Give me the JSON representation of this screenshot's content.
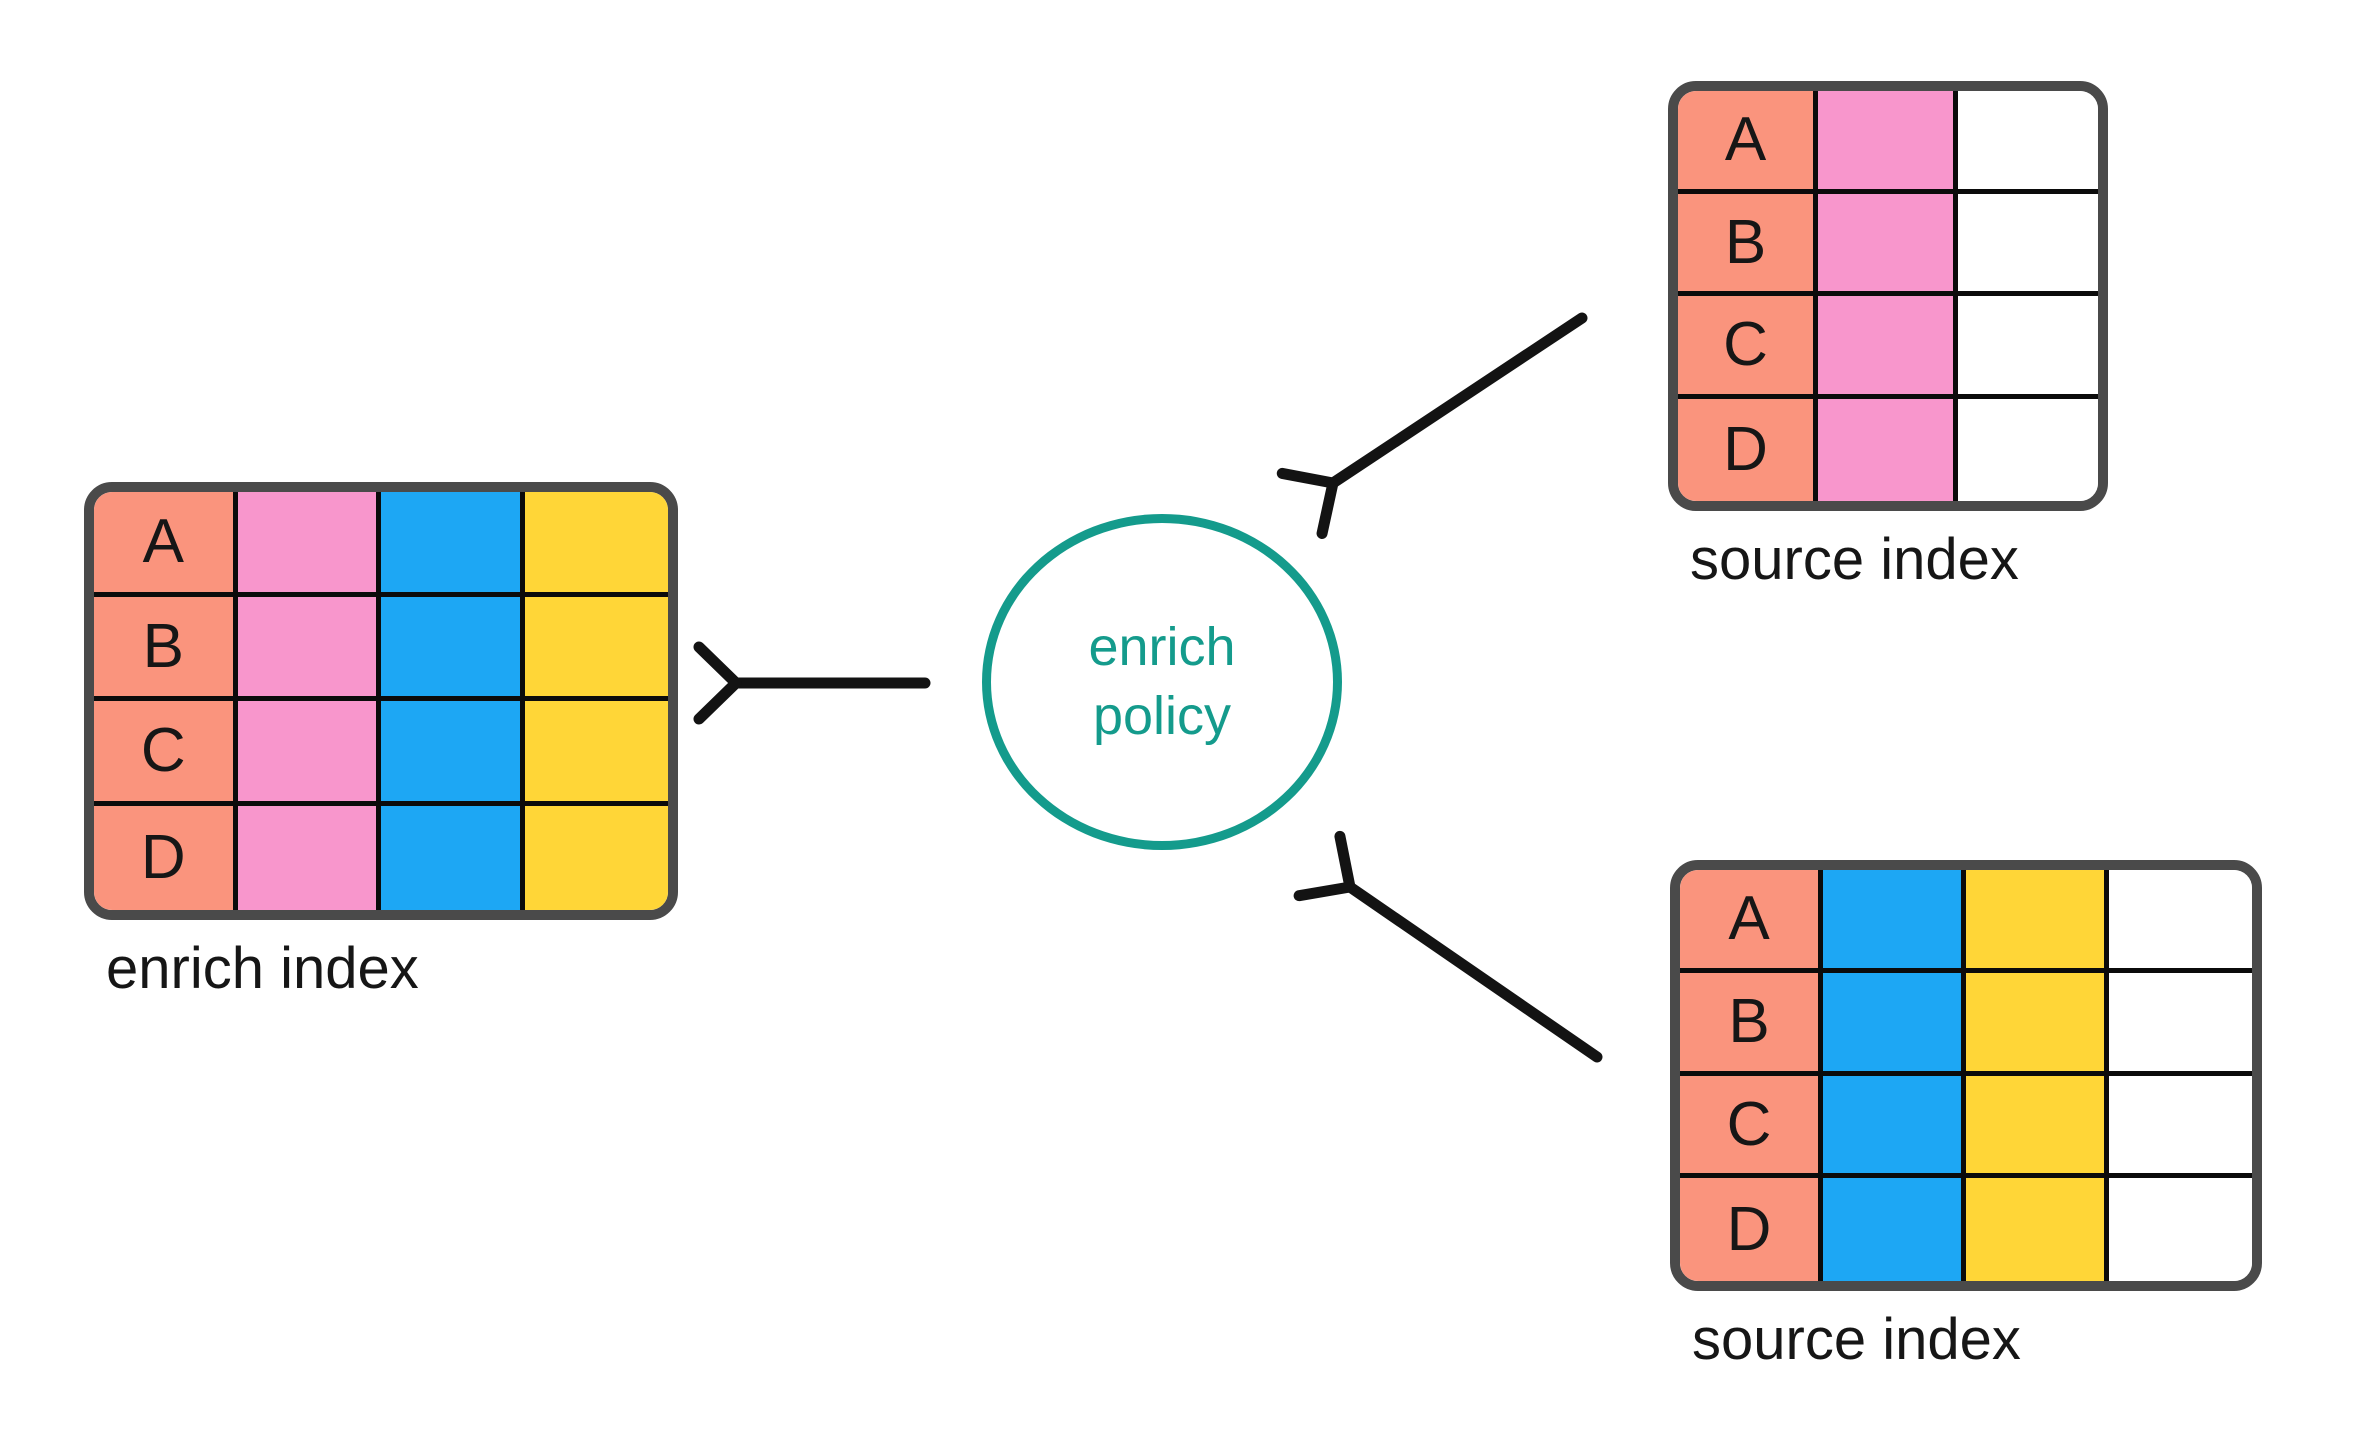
{
  "palette": {
    "salmon": "#FA947D",
    "pink": "#F896CC",
    "blue": "#1DA7F4",
    "yellow": "#FFD637",
    "white": "#FFFFFF",
    "table_border": "#4A4A4A",
    "grid_line": "#0B0B0B",
    "teal": "#149B8C",
    "text": "#161616",
    "arrow": "#131313",
    "background": "#FFFFFF"
  },
  "policy": {
    "line1": "enrich",
    "line2": "policy"
  },
  "tables": {
    "enrich_index": {
      "label": "enrich index",
      "row_keys": [
        "A",
        "B",
        "C",
        "D"
      ],
      "columns": [
        "salmon",
        "pink",
        "blue",
        "yellow"
      ]
    },
    "source_top": {
      "label": "source index",
      "row_keys": [
        "A",
        "B",
        "C",
        "D"
      ],
      "columns": [
        "salmon",
        "pink",
        "white"
      ]
    },
    "source_bottom": {
      "label": "source index",
      "row_keys": [
        "A",
        "B",
        "C",
        "D"
      ],
      "columns": [
        "salmon",
        "blue",
        "yellow",
        "white"
      ]
    }
  }
}
